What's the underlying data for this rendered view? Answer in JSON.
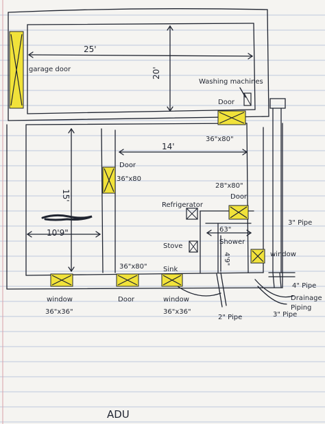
{
  "title": "ADU",
  "colors": {
    "paper": "#f5f4f1",
    "rule": "#aab9d6",
    "margin": "#d9a1a8",
    "ink": "#1f2430",
    "highlight": "#f1e23a"
  },
  "labels": {
    "garage_width": "25'",
    "garage_depth": "20'",
    "garage_door": "garage door",
    "washing_machines": "Washing machines",
    "washer_door": "Door",
    "washer_door_size": "36\"x80\"",
    "adu_width": "14'",
    "adu_depth": "15'",
    "inner_door": "Door",
    "inner_door_size": "36\"x80",
    "door_28": "28\"x80\"",
    "door_28_label": "Door",
    "refrigerator": "Refrigerator",
    "room_width": "10'9\"",
    "stove": "Stove",
    "shower_width": "63\"",
    "shower": "Shower",
    "shower_depth": "4'9\"",
    "pipe_3_right": "3\" Pipe",
    "window_right": "window",
    "pipe_4": "4\" Pipe",
    "drainage": "Drainage",
    "piping": "Piping",
    "pipe_3_bottom": "3\" Pipe",
    "pipe_2": "2\" Pipe",
    "window_left": "window",
    "window_left_size": "36\"x36\"",
    "door_bottom_size": "36\"x80\"",
    "door_bottom": "Door",
    "sink": "Sink",
    "window_sink": "window",
    "window_sink_size": "36\"x36\""
  }
}
